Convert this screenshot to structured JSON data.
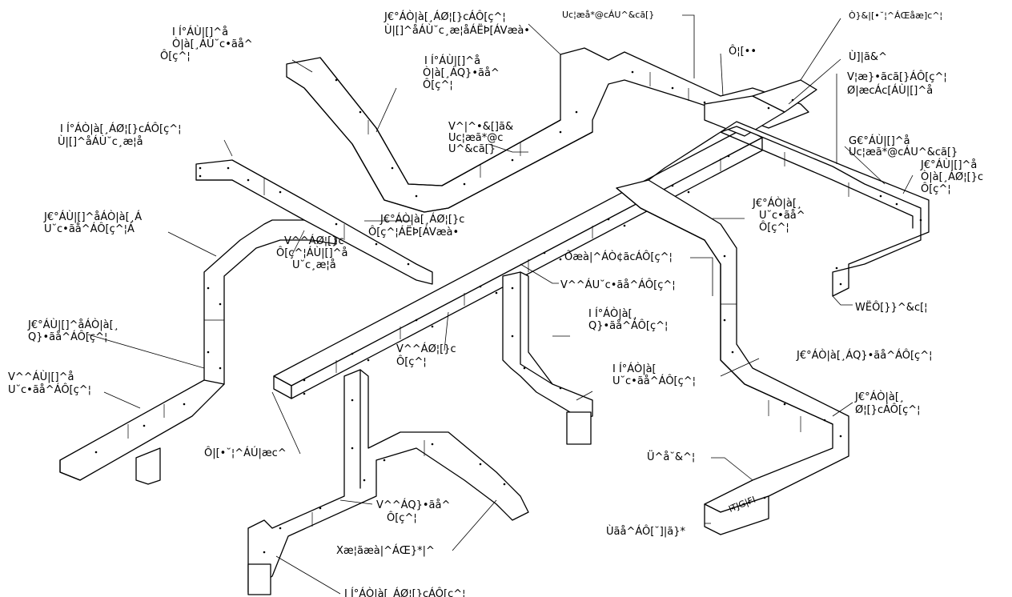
{
  "labels": [
    {
      "id": "l01",
      "lines": [
        "J€°ÁÒ|à[¸ÁØ¦[}cÁÔ[ç^¦",
        "Ù|[]^åÁÙ˘c¸æ¦åÁËÞ[ÁVæà•"
      ]
    },
    {
      "id": "l02",
      "lines": [
        "Uc¦æå*@cÁU^&cā[}"
      ]
    },
    {
      "id": "l03",
      "lines": [
        "Ò}&|[•˘¦^ÁŒåæ]c^¦"
      ]
    },
    {
      "id": "l04",
      "lines": [
        "Ô¦[••"
      ]
    },
    {
      "id": "l05",
      "lines": [
        "Ù]|ã&^"
      ]
    },
    {
      "id": "l06",
      "lines": [
        "I Í°ÁÙ|[]^å",
        "Ò|à[¸ÁÙ˘c•ãå^",
        "Ô[ç^¦"
      ]
    },
    {
      "id": "l07",
      "lines": [
        "I Í°ÁÙ|[]^å",
        "Ò|à[¸ÁQ}•ãå^",
        "Ô[ç^¦"
      ]
    },
    {
      "id": "l08",
      "lines": [
        "V¦æ}•ãcã[}ÁÔ[ç^¦",
        "Ø|æcÁc[ÁÙ|[]^å"
      ]
    },
    {
      "id": "l09",
      "lines": [
        "G€°ÁÙ|[]^å",
        "Uc¦æã*@cÁU^&cã[}"
      ]
    },
    {
      "id": "l10",
      "lines": [
        "J€°ÁÙ|[]^å",
        "Ò|à[¸ÁØ¦[}c",
        "Ô[ç^¦"
      ]
    },
    {
      "id": "l11",
      "lines": [
        "I Í°ÁÒ|à[¸ÁØ¦[}cÁÔ[ç^¦",
        "Ù|[]^åÁÙ˘c¸æ¦å"
      ]
    },
    {
      "id": "l12",
      "lines": [
        "V^|^•&[]ã&",
        "Uc¦æã*@c",
        "U^&cã[}"
      ]
    },
    {
      "id": "l13",
      "lines": [
        "J€°ÁÒ|à[¸ÁØ¦[}c",
        "Ô[ç^¦ÁËÞ[ÁVæà•"
      ]
    },
    {
      "id": "l14",
      "lines": [
        "J€°ÁÒ|à[¸",
        "U˘c•ãå^",
        "Ô[ç^¦"
      ]
    },
    {
      "id": "l15",
      "lines": [
        "J€°ÁÙ|[]^åÁÒ|à[¸Á",
        "U˘c•ãå^ÁÔ[ç^¦Á"
      ]
    },
    {
      "id": "l16",
      "lines": [
        "V^^ÁØ¦[}c",
        "Ô[ç^¦ÁÙ|[]^å",
        "U˘c¸æ¦å"
      ]
    },
    {
      "id": "l17",
      "lines": [
        "Ôæà|^ÁÒ¢ãcÁÔ[ç^¦"
      ]
    },
    {
      "id": "l18",
      "lines": [
        "V^^ÁU˘c•ãå^ÁÔ[ç^¦"
      ]
    },
    {
      "id": "l19",
      "lines": [
        "WËÔ[}}^&c[¦"
      ]
    },
    {
      "id": "l20",
      "lines": [
        "J€°ÁÙ|[]^åÁÒ|à[¸",
        "Q}•ãå^ÁÔ[ç^¦"
      ]
    },
    {
      "id": "l21",
      "lines": [
        "I Í°ÁÒ|à[¸",
        "Q}•ãå^ÁÔ[ç^¦"
      ]
    },
    {
      "id": "l22",
      "lines": [
        "V^^ÁØ¦[}c",
        "Ô[ç^¦"
      ]
    },
    {
      "id": "l23",
      "lines": [
        "I Í°ÁÒ|à[",
        "U˘c•ãå^ÁÔ[ç^¦"
      ]
    },
    {
      "id": "l24",
      "lines": [
        "J€°ÁÒ|à[¸ÁQ}•ãå^ÁÔ[ç^¦"
      ]
    },
    {
      "id": "l25",
      "lines": [
        "V^^ÁÙ|[]^å",
        "U˘c•ãå^ÁÔ[ç^¦"
      ]
    },
    {
      "id": "l26",
      "lines": [
        "J€°ÁÒ|à[¸",
        "Ø¦[}cÁÔ[ç^¦"
      ]
    },
    {
      "id": "l27",
      "lines": [
        "Ô|[•˘¦^ÁÚ|æc^"
      ]
    },
    {
      "id": "l28",
      "lines": [
        "Ü^å˘&^¦"
      ]
    },
    {
      "id": "l29",
      "lines": [
        "V^^ÁQ}•ãå^",
        "Ô[ç^¦"
      ]
    },
    {
      "id": "l30",
      "lines": [
        "Xæ¦ãæà|^ÁŒ}*|^"
      ]
    },
    {
      "id": "l31",
      "lines": [
        "Ùãå^ÁÔ[˘]|ã}*"
      ]
    },
    {
      "id": "l32",
      "lines": [
        "I Í°ÁÒ|à[¸ÁØ¦[}cÁÔ[ç^¦"
      ]
    }
  ],
  "stamp_text": "ITJG|FI"
}
